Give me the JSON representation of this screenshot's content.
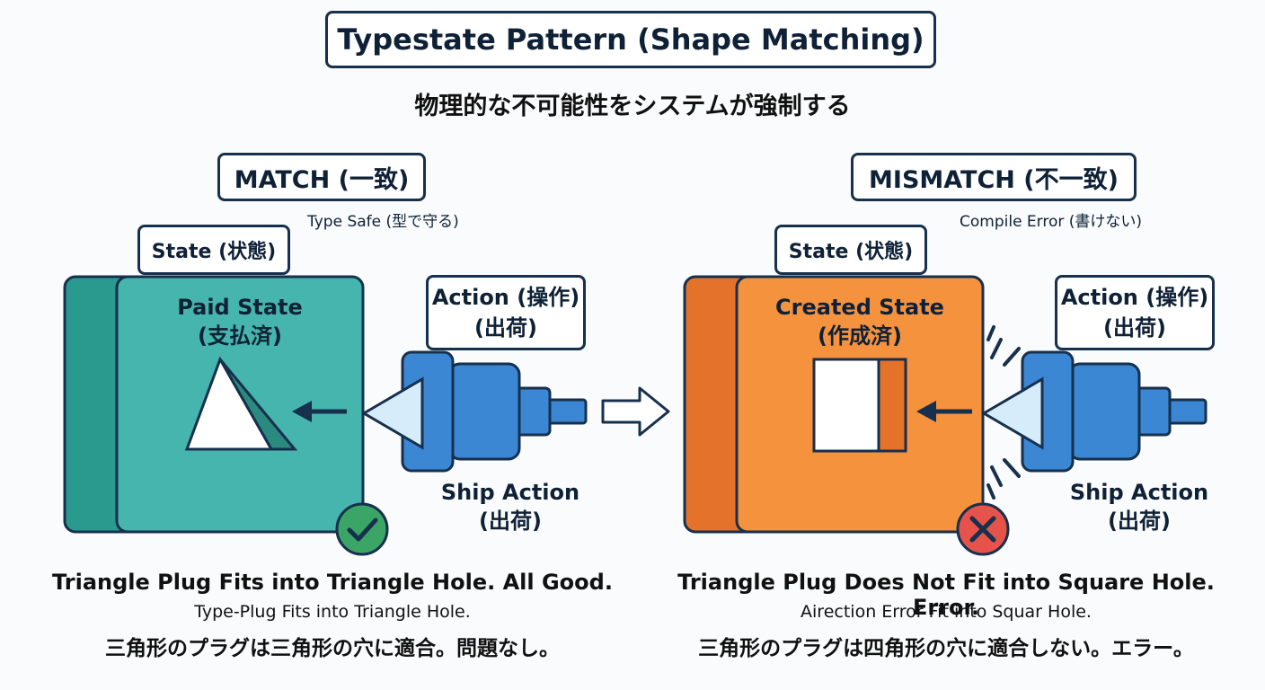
{
  "header": {
    "title": "Typestate Pattern (Shape Matching)",
    "subtitle": "物理的な不可能性をシステムが強制する"
  },
  "match": {
    "heading": "MATCH (一致)",
    "note": "Type Safe (型で守る)",
    "state_tab": "State (状態)",
    "state_name": "Paid State",
    "state_name_jp": "(支払済)",
    "action_label": "Action (操作)",
    "action_label_jp": "(出荷)",
    "ship_label": "Ship Action",
    "ship_label_jp": "(出荷)",
    "caption_line1": "Triangle Plug Fits into Triangle Hole. All Good.",
    "caption_line2": "Type-Plug Fits into Triangle Hole.",
    "caption_line3": "三角形のプラグは三角形の穴に適合。問題なし。",
    "status_icon": "check-icon"
  },
  "mismatch": {
    "heading": "MISMATCH (不一致)",
    "note": "Compile Error (書けない)",
    "state_tab": "State (状態)",
    "state_name": "Created State",
    "state_name_jp": "(作成済)",
    "action_label": "Action (操作)",
    "action_label_jp": "(出荷)",
    "ship_label": "Ship Action",
    "ship_label_jp": "(出荷)",
    "caption_line1": "Triangle Plug Does Not Fit into Square Hole. Error.",
    "caption_line2": "Airection Error Fit into Squar Hole.",
    "caption_line3": "三角形のプラグは四角形の穴に適合しない。エラー。",
    "status_icon": "cross-icon"
  },
  "colors": {
    "match_front": "#45b5ad",
    "match_back": "#2a9a8f",
    "mismatch_front": "#f5923e",
    "mismatch_back": "#e4722a",
    "plug_blue": "#3b87d4",
    "outline": "#16304d",
    "ok_green": "#3aa565",
    "error_red": "#e5534b"
  }
}
